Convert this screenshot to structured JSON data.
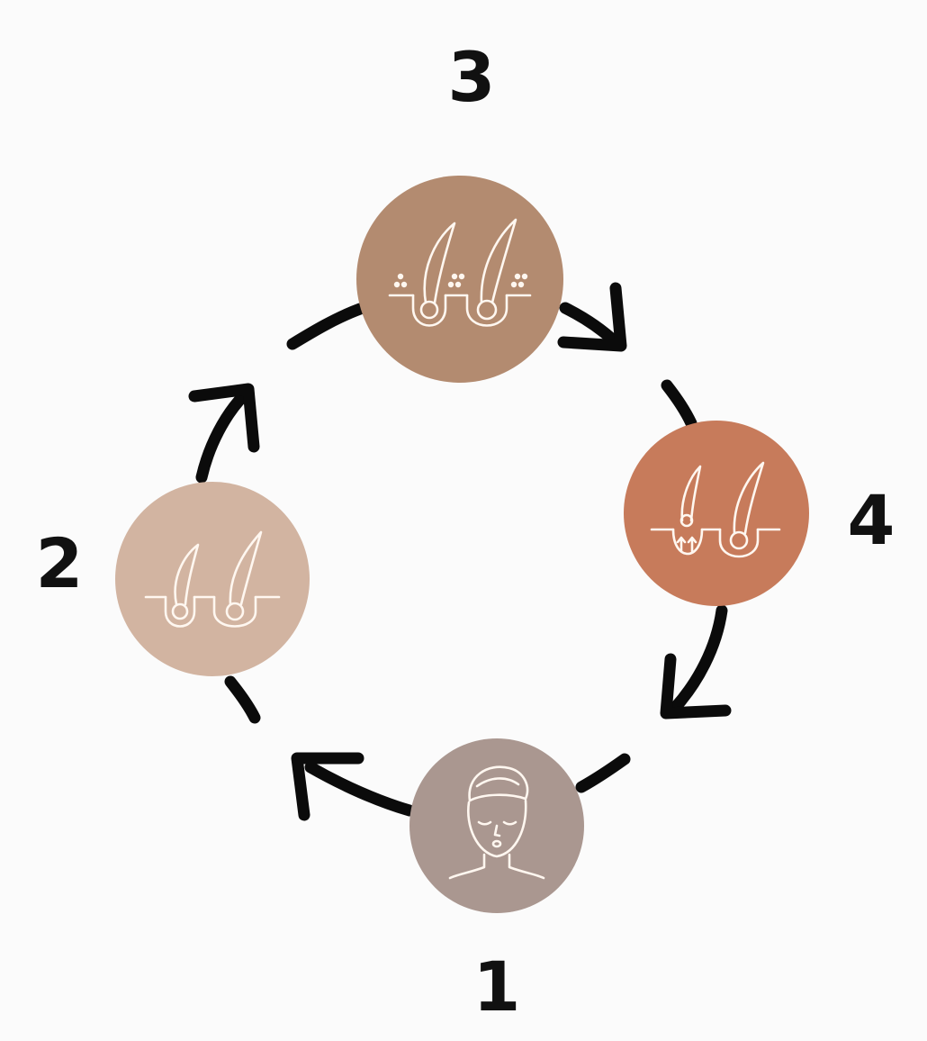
{
  "diagram": {
    "steps": [
      {
        "number": "1",
        "icon": "face-towel-icon",
        "color": "#aa9790"
      },
      {
        "number": "2",
        "icon": "hair-follicles-icon",
        "color": "#d2b4a1"
      },
      {
        "number": "3",
        "icon": "hair-follicles-granules-icon",
        "color": "#b38b70"
      },
      {
        "number": "4",
        "icon": "hair-follicles-growth-icon",
        "color": "#c77b5b"
      }
    ],
    "connector_color": "#0b0b0b",
    "background_color": "#fbfbfb"
  }
}
